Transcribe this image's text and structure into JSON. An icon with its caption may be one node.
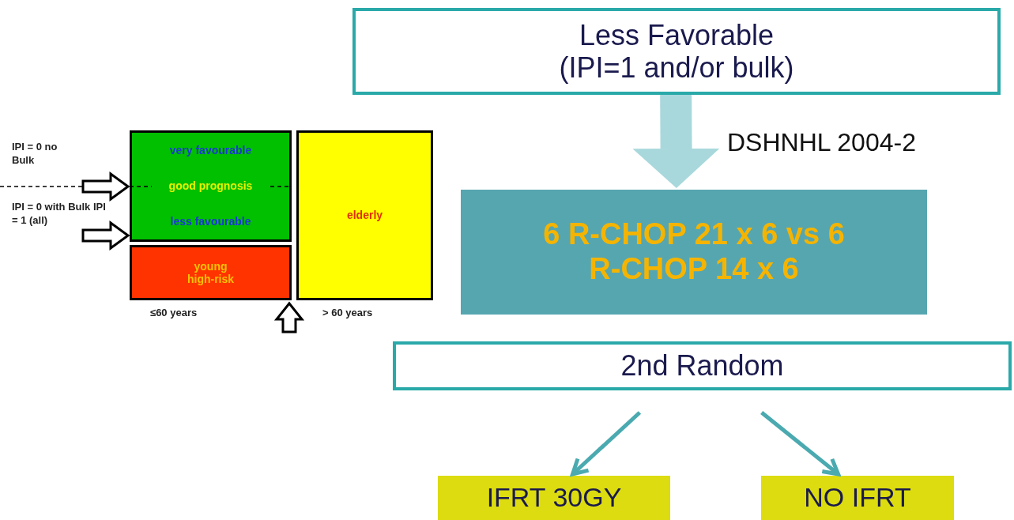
{
  "diagram": {
    "nodes": [
      {
        "text": [
          "Less Favorable (IPI=1 and/or bulk)"
        ]
      },
      {
        "text": [
          "6 R-CHOP 21 x 6 vs 6 R-CHOP 14 x 6"
        ]
      },
      {
        "text": [
          "2nd Random"
        ]
      },
      {
        "text": [
          "IFRT 30GY"
        ]
      },
      {
        "text": [
          "NO IFRT"
        ]
      },
      {
        "text": [
          "very favourable",
          "good prognosis",
          "less favourable"
        ]
      },
      {
        "text": [
          "young high-risk"
        ],
        "beside": [
          "≤60 years"
        ]
      },
      {
        "text": [
          "elderly"
        ],
        "beside": [
          "> 60 years"
        ]
      }
    ],
    "edges": [
      {
        "from": 0,
        "to": 1,
        "arrow": "to",
        "label": "DSHNHL 2004-2",
        "style": "thick",
        "color": "#a8d8dc"
      },
      {
        "from": 2,
        "to": 3,
        "arrow": "to",
        "color": "#4aaab0"
      },
      {
        "from": 2,
        "to": 4,
        "arrow": "to",
        "color": "#4aaab0"
      },
      {
        "from": null,
        "to": 5,
        "arrow": "to",
        "color": "#000000"
      },
      {
        "from": null,
        "to": 5,
        "arrow": "to",
        "color": "#000000"
      },
      {
        "from": null,
        "to": 6,
        "arrow": "to",
        "color": "#000000"
      }
    ],
    "labels": [
      "IPI = 0 no Bulk",
      "IPI = 0 with Bulk IPI = 1 (all)"
    ]
  }
}
